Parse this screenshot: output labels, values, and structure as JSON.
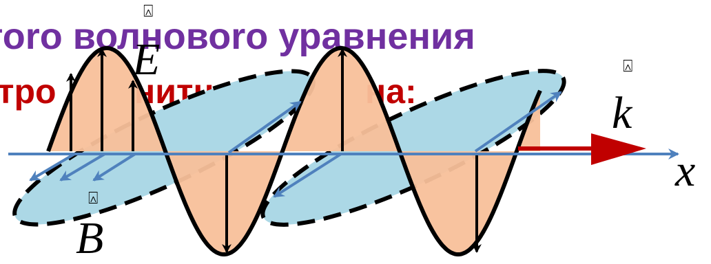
{
  "heading": {
    "line1": "тоrо волновоrо уравнения",
    "line2_left": "тро",
    "line2_mid": "нитная",
    "line2_right": "на:"
  },
  "labels": {
    "E": "E",
    "B": "B",
    "k": "k",
    "x": "x",
    "vector_mark": "⍓"
  },
  "colors": {
    "heading_purple": "#7030a0",
    "heading_red": "#c00000",
    "e_field_fill": "#f8c09a",
    "b_field_fill": "#acd8e6",
    "axis_blue": "#4f81bd",
    "wave_vector_red": "#c00000",
    "outline": "#000000"
  }
}
